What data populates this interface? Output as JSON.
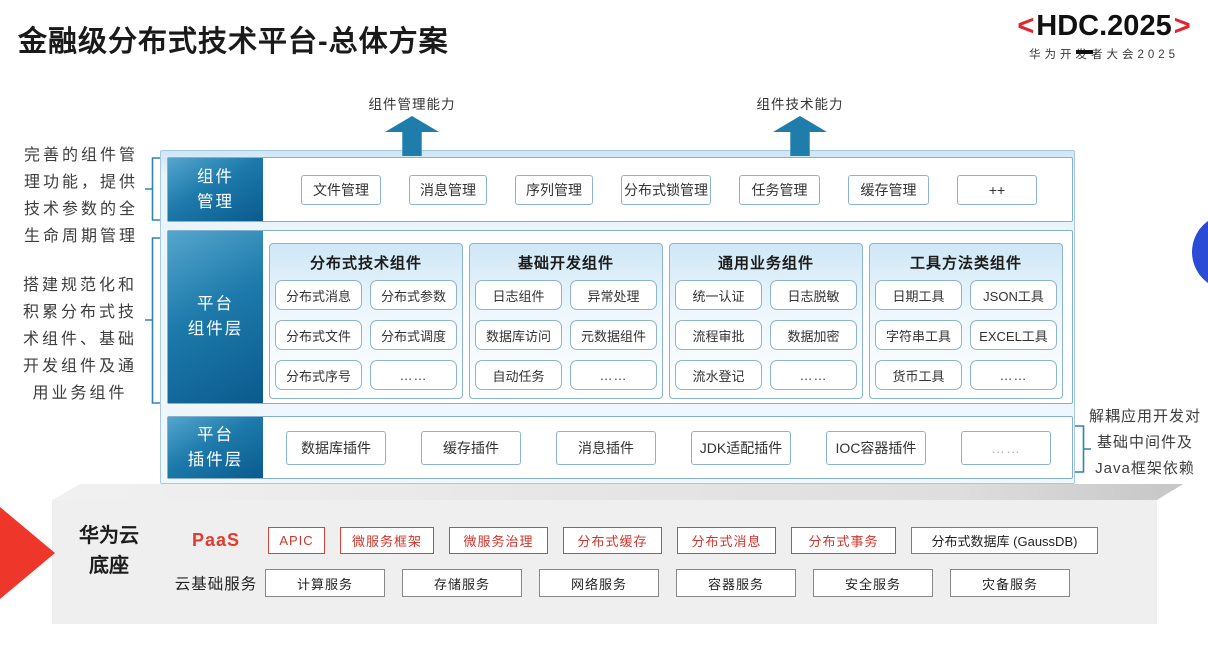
{
  "header": {
    "title": "金融级分布式技术平台-总体方案",
    "logo": {
      "left_bracket": "<",
      "text": "HDC.2025",
      "right_bracket": ">",
      "subtitle": "华为开发者大会2025"
    }
  },
  "arrows": [
    {
      "label": "组件管理能力"
    },
    {
      "label": "组件技术能力"
    }
  ],
  "notes": {
    "left_top": [
      "完善的组件管",
      "理功能，提供",
      "技术参数的全",
      "生命周期管理"
    ],
    "left_bottom": [
      "搭建规范化和",
      "积累分布式技",
      "术组件、基础",
      "开发组件及通",
      "用业务组件"
    ],
    "right": [
      "解耦应用开发对",
      "基础中间件及",
      "Java框架依赖"
    ]
  },
  "platform": {
    "rows": [
      {
        "label_lines": [
          "组件",
          "管理"
        ],
        "items": [
          "文件管理",
          "消息管理",
          "序列管理",
          "分布式锁管理",
          "任务管理",
          "缓存管理",
          "++"
        ]
      },
      {
        "label_lines": [
          "平台",
          "组件层"
        ],
        "groups": [
          {
            "title": "分布式技术组件",
            "items": [
              "分布式消息",
              "分布式参数",
              "分布式文件",
              "分布式调度",
              "分布式序号",
              "……"
            ]
          },
          {
            "title": "基础开发组件",
            "items": [
              "日志组件",
              "异常处理",
              "数据库访问",
              "元数据组件",
              "自动任务",
              "……"
            ]
          },
          {
            "title": "通用业务组件",
            "items": [
              "统一认证",
              "日志脱敏",
              "流程审批",
              "数据加密",
              "流水登记",
              "……"
            ]
          },
          {
            "title": "工具方法类组件",
            "items": [
              "日期工具",
              "JSON工具",
              "字符串工具",
              "EXCEL工具",
              "货币工具",
              "……"
            ]
          }
        ]
      },
      {
        "label_lines": [
          "平台",
          "插件层"
        ],
        "items": [
          "数据库插件",
          "缓存插件",
          "消息插件",
          "JDK适配插件",
          "IOC容器插件",
          "……"
        ]
      }
    ]
  },
  "foundation": {
    "label_lines": [
      "华为云",
      "底座"
    ],
    "paas": {
      "label": "PaaS",
      "items": [
        "APIC",
        "微服务框架",
        "微服务治理",
        "分布式缓存",
        "分布式消息",
        "分布式事务"
      ],
      "db_item": "分布式数据库 (GaussDB)"
    },
    "cloud": {
      "label": "云基础服务",
      "items": [
        "计算服务",
        "存储服务",
        "网络服务",
        "容器服务",
        "安全服务",
        "灾备服务"
      ]
    }
  },
  "colors": {
    "accent_red": "#e0262c",
    "teal_arrow": "#1e7dab",
    "deep_blue": "#0a5a8d",
    "paas_red": "#d9453c",
    "circle_blue": "#2a4bd6"
  }
}
